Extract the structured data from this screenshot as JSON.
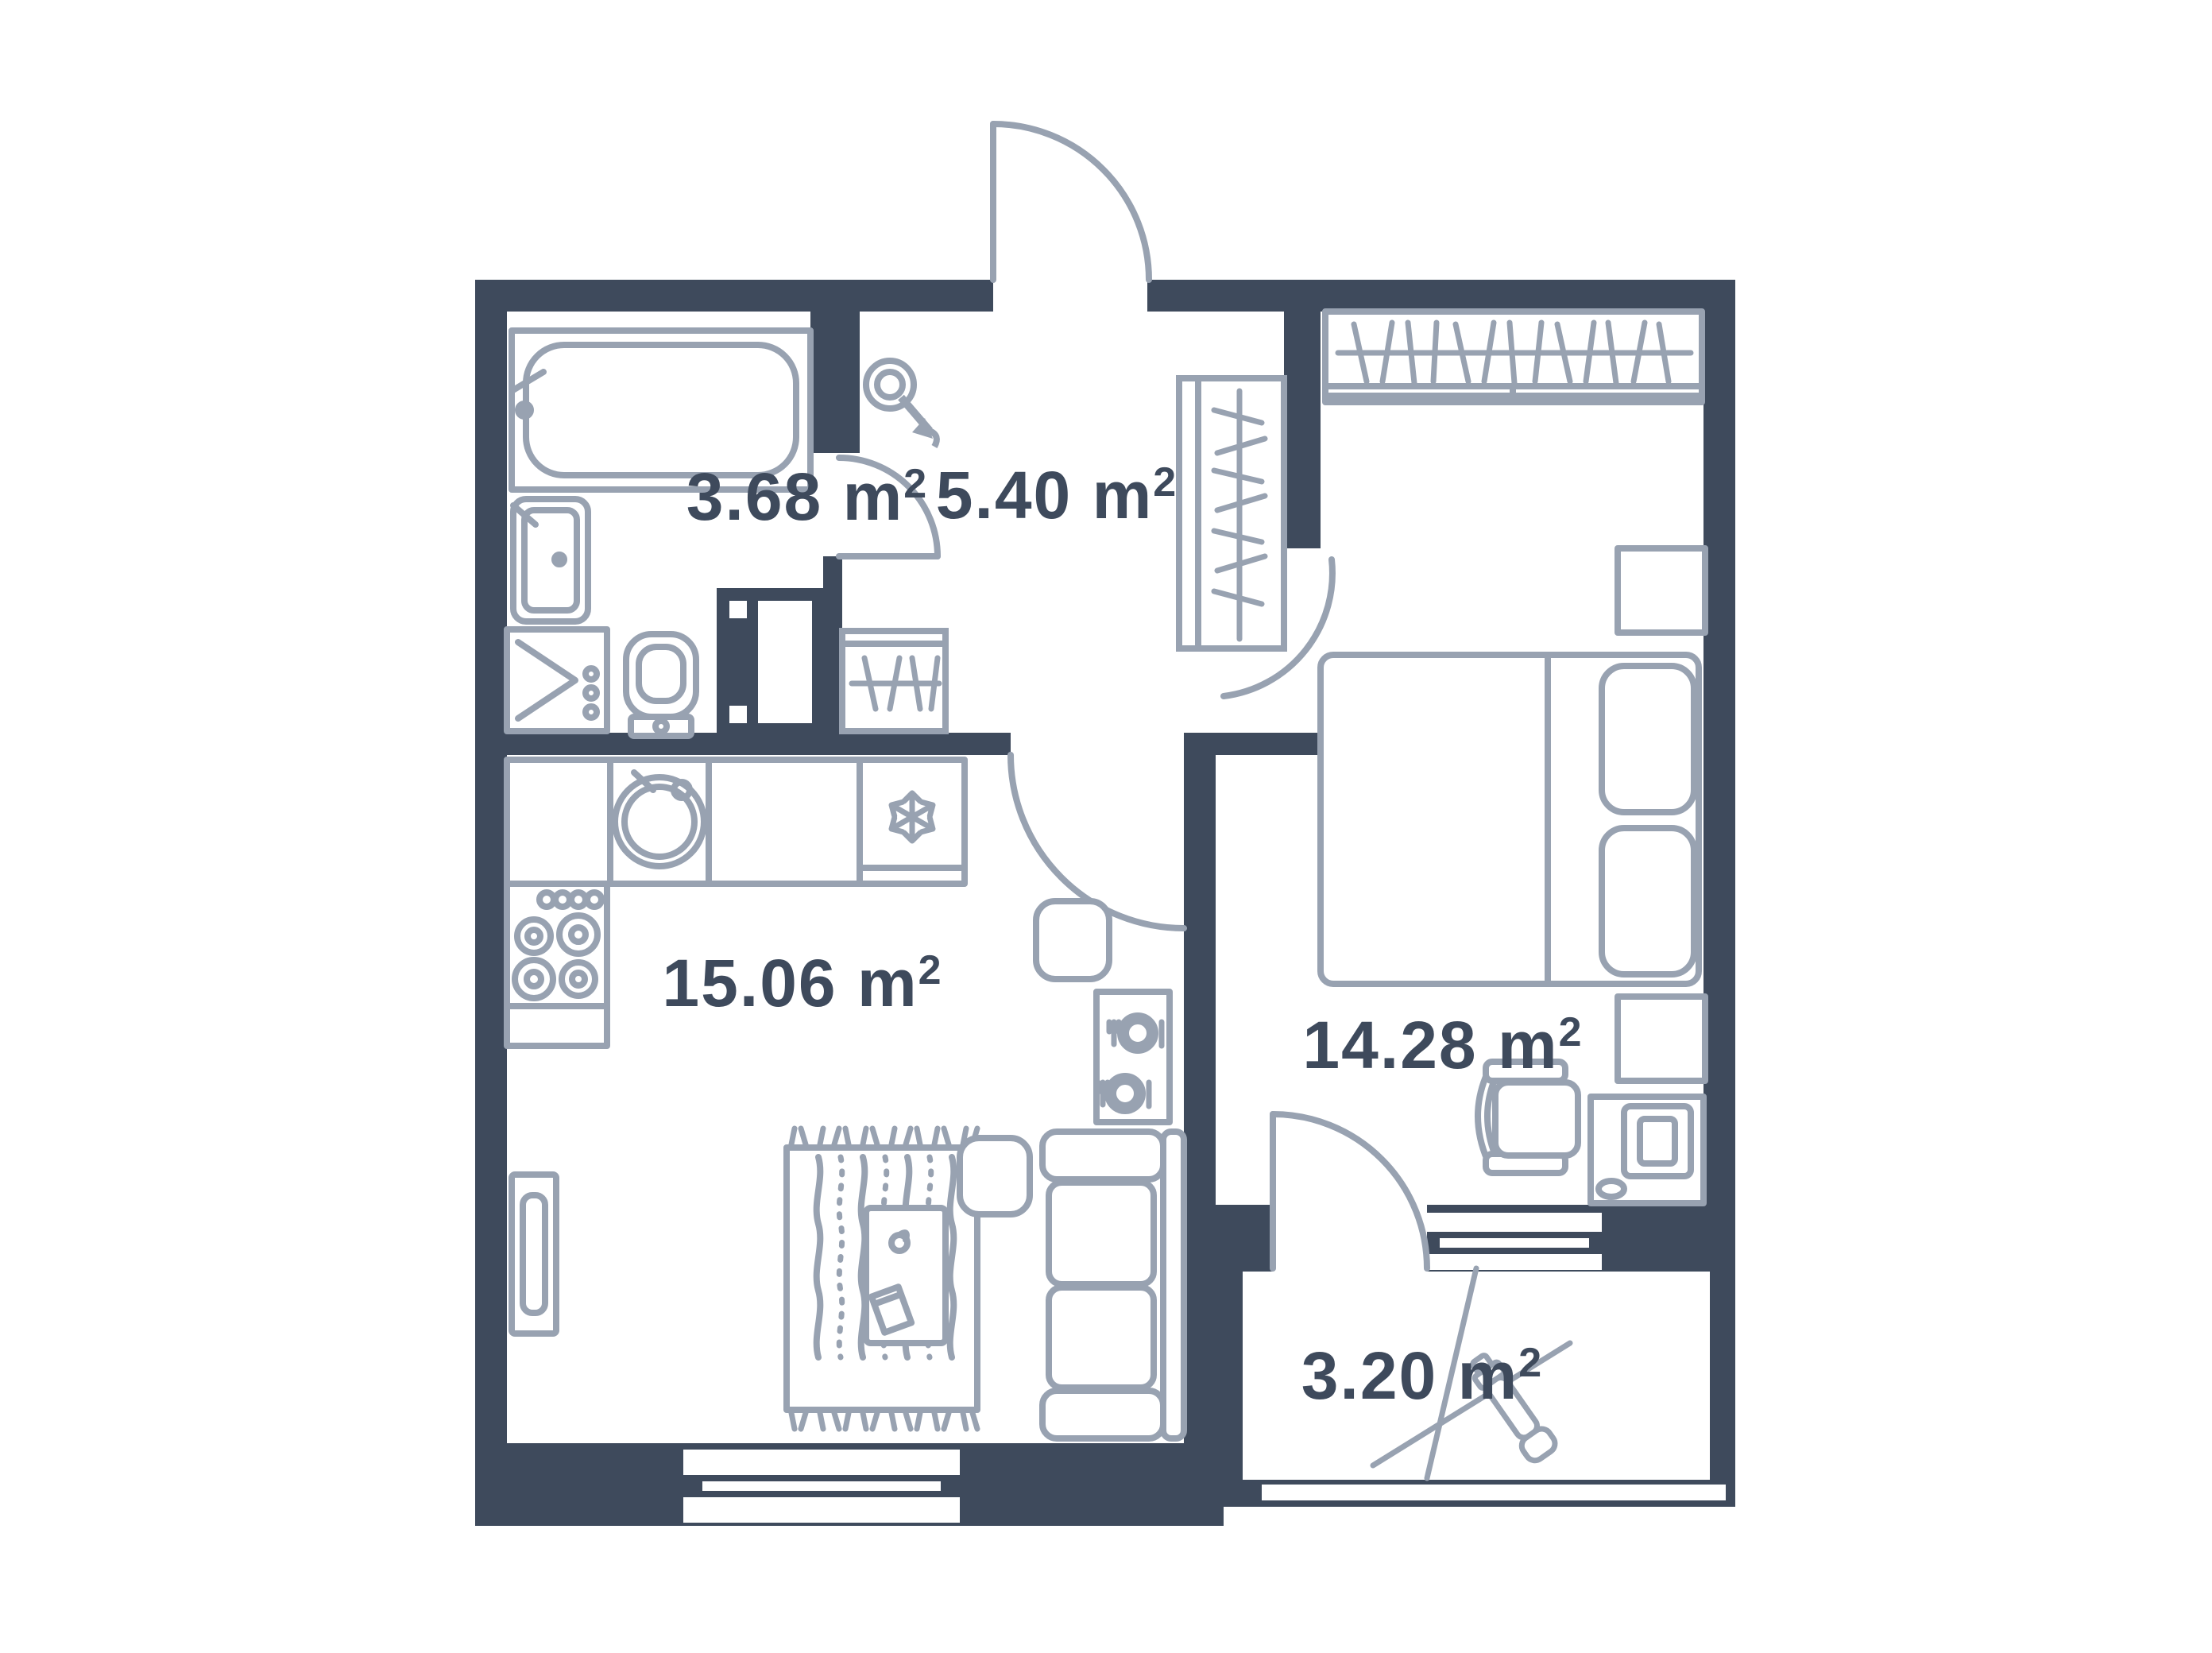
{
  "plan": {
    "type": "apartment-floor-plan",
    "wall_color": "#3E4A5C",
    "furniture_color": "#98A2B1",
    "label_color": "#3E4A5C",
    "background_color": "#FFFFFF",
    "rooms": [
      {
        "name": "bathroom",
        "area": "3.68 m",
        "sup": "2"
      },
      {
        "name": "hallway",
        "area": "5.40 m",
        "sup": "2"
      },
      {
        "name": "kitchen-living-room",
        "area": "15.06 m",
        "sup": "2"
      },
      {
        "name": "bedroom",
        "area": "14.28 m",
        "sup": "2"
      },
      {
        "name": "balcony",
        "area": "3.20 m",
        "sup": "2"
      }
    ]
  }
}
